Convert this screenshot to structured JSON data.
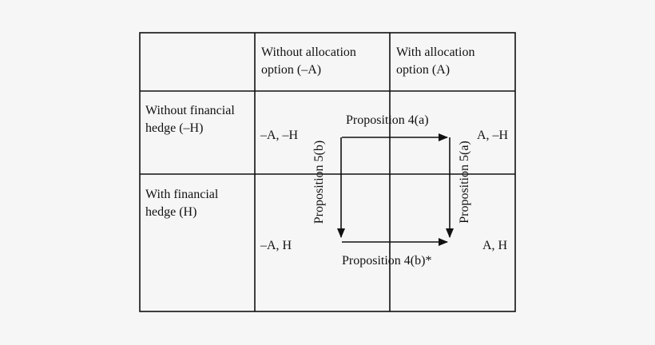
{
  "columns": [
    {
      "line1": "Without allocation",
      "line2": "option (–A)"
    },
    {
      "line1": "With allocation",
      "line2": "option (A)"
    }
  ],
  "rows": [
    {
      "line1": "Without financial",
      "line2": "hedge (–H)"
    },
    {
      "line1": "With financial",
      "line2": "hedge (H)"
    }
  ],
  "states": {
    "top_left": "–A, –H",
    "top_right": "A, –H",
    "bottom_left": "–A, H",
    "bottom_right": "A, H"
  },
  "propositions": {
    "top": "Proposition 4(a)",
    "bottom": "Proposition 4(b)*",
    "left": "Proposition 5(b)",
    "right": "Proposition 5(a)"
  }
}
